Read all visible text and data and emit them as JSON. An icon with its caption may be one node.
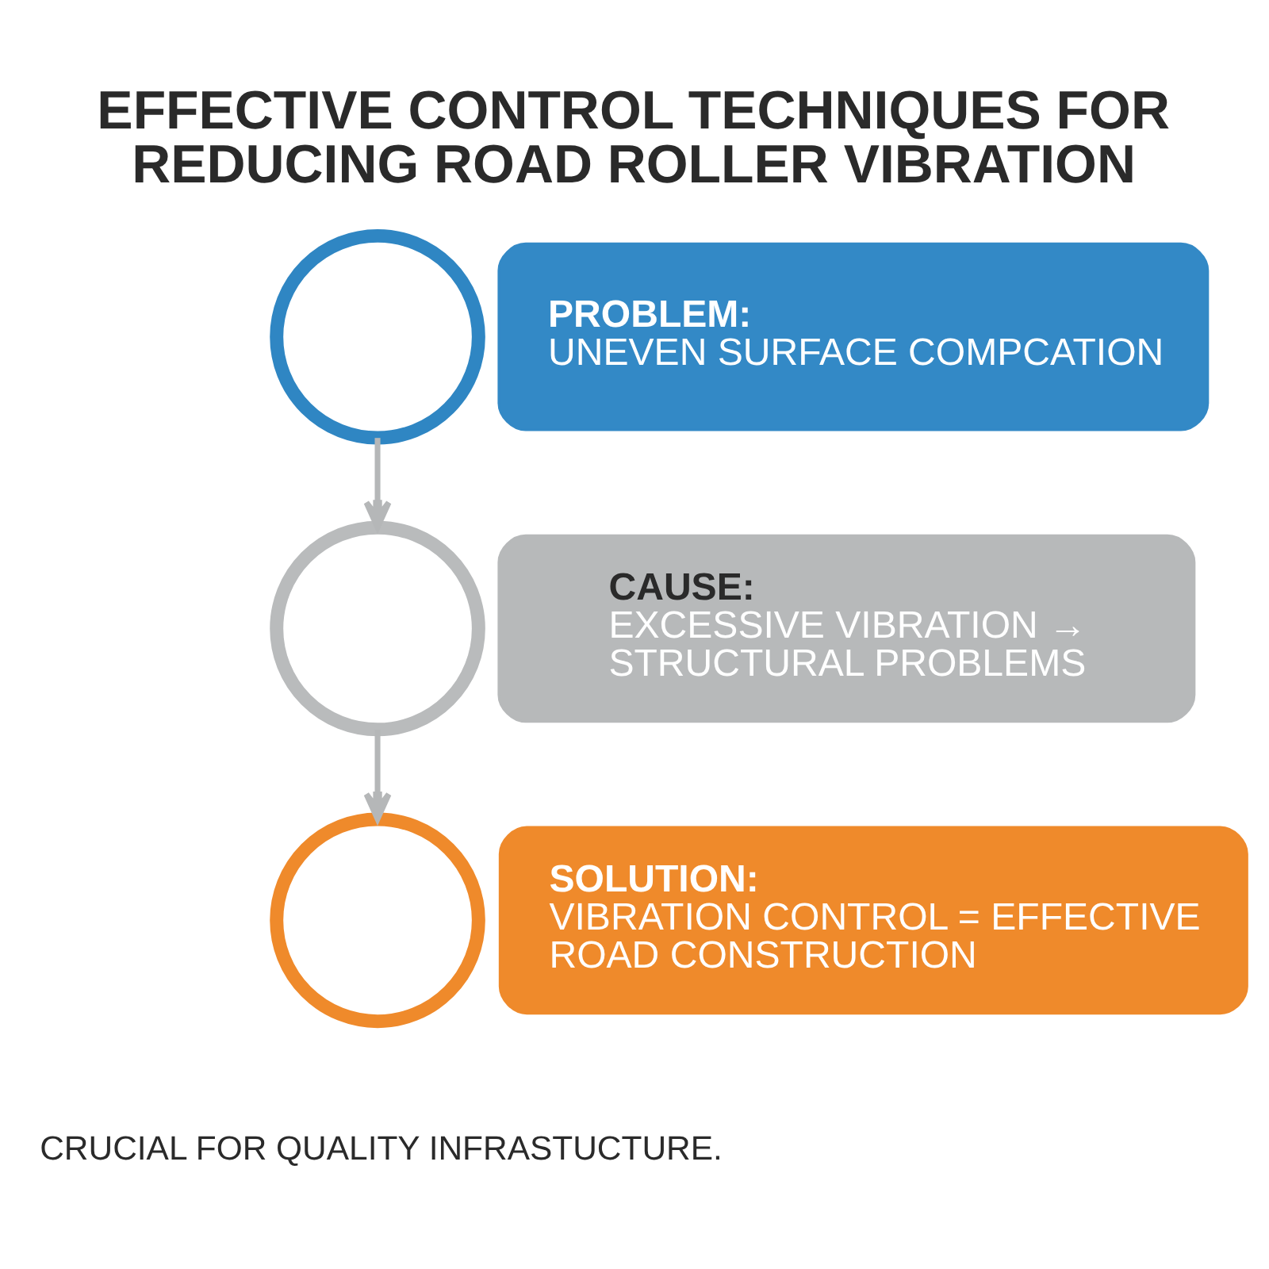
{
  "diagram": {
    "title": "EFFECTIVE CONTROL TECHNIQUES FOR REDUCING ROAD ROLLER VIBRATION",
    "nodes": [
      {
        "text": [],
        "shape": "circle"
      },
      {
        "text": [
          "PROBLEM:",
          "UNEVEN SURFACE COMPCATION"
        ]
      },
      {
        "text": [],
        "shape": "circle"
      },
      {
        "text": [
          "CAUSE:",
          "EXCESSIVE VIBRATION → STRUCTURAL PROBLEMS"
        ]
      },
      {
        "text": [],
        "shape": "circle"
      },
      {
        "text": [
          "SOLUTION:",
          "VIBRATION CONTROL = EFFECTIVE ROAD CONSTRUCTION"
        ]
      }
    ],
    "edges": [
      {
        "from": 0,
        "to": 2,
        "arrow": "to"
      },
      {
        "from": 2,
        "to": 4,
        "arrow": "to"
      }
    ],
    "caption": "CRUCIAL FOR QUALITY INFRASTUCTURE."
  }
}
